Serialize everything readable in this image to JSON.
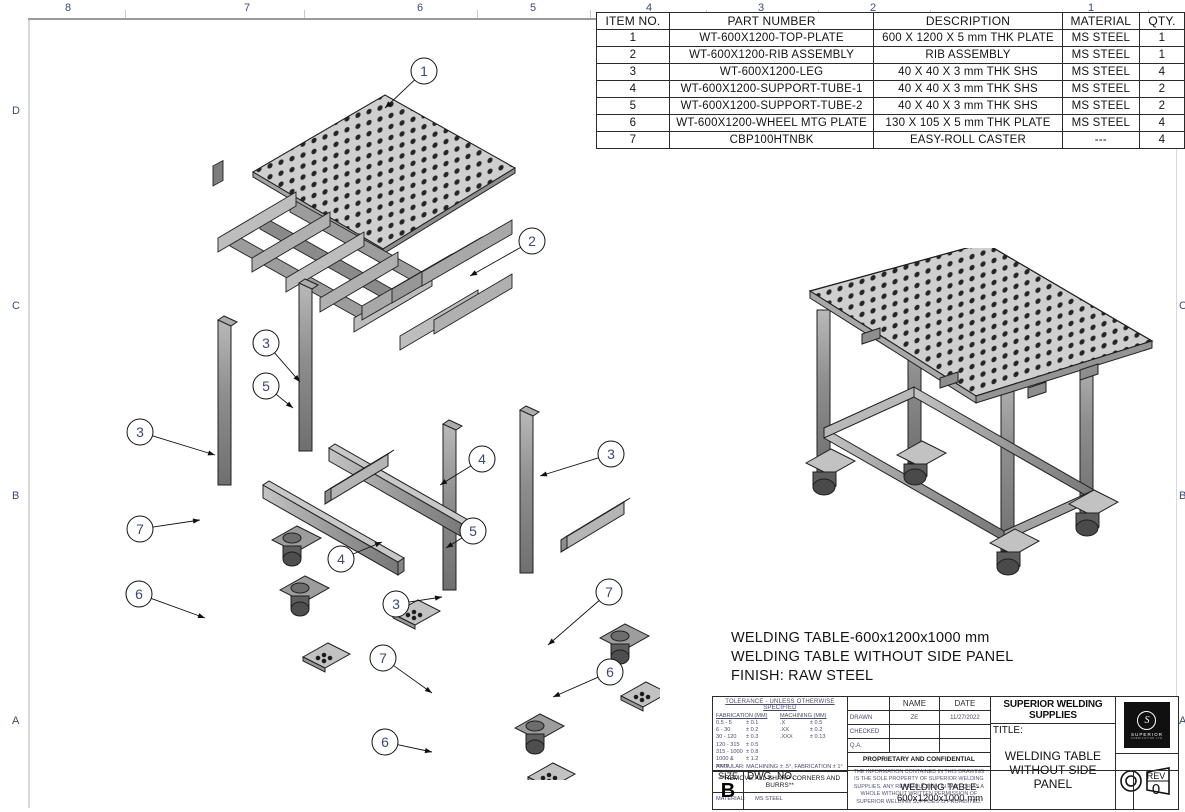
{
  "sheet": {
    "zones_top": [
      "8",
      "7",
      "6",
      "5",
      "4",
      "3",
      "2",
      "1"
    ],
    "zones_side": [
      "D",
      "C",
      "B",
      "A"
    ]
  },
  "bom": {
    "headers": [
      "ITEM NO.",
      "PART NUMBER",
      "DESCRIPTION",
      "MATERIAL",
      "QTY."
    ],
    "rows": [
      [
        "1",
        "WT-600X1200-TOP-PLATE",
        "600 X 1200 X 5 mm THK PLATE",
        "MS STEEL",
        "1"
      ],
      [
        "2",
        "WT-600X1200-RIB ASSEMBLY",
        "RIB ASSEMBLY",
        "MS STEEL",
        "1"
      ],
      [
        "3",
        "WT-600X1200-LEG",
        "40 X 40 X 3 mm THK SHS",
        "MS STEEL",
        "4"
      ],
      [
        "4",
        "WT-600X1200-SUPPORT-TUBE-1",
        "40 X 40 X 3 mm THK SHS",
        "MS STEEL",
        "2"
      ],
      [
        "5",
        "WT-600X1200-SUPPORT-TUBE-2",
        "40 X 40 X 3 mm THK SHS",
        "MS STEEL",
        "2"
      ],
      [
        "6",
        "WT-600X1200-WHEEL MTG PLATE",
        "130 X 105 X 5 mm THK PLATE",
        "MS STEEL",
        "4"
      ],
      [
        "7",
        "CBP100HTNBK",
        "EASY-ROLL CASTER",
        "---",
        "4"
      ]
    ]
  },
  "notes": {
    "line1": "WELDING TABLE-600x1200x1000 mm",
    "line2": "WELDING TABLE WITHOUT SIDE PANEL",
    "line3": "FINISH: RAW STEEL"
  },
  "title_block": {
    "tolerance": {
      "heading": "TOLERANCE - UNLESS OTHERWISE SPECIFIED",
      "col1_head": "FABRICATION (MM)",
      "col2_head": "MACHINING (MM)",
      "fabrication": [
        {
          "range": "0.5 - 5",
          "tol": "± 0.1"
        },
        {
          "range": "6 - 30",
          "tol": "± 0.2"
        },
        {
          "range": "30 - 120",
          "tol": "± 0.3"
        },
        {
          "range": "120 - 315",
          "tol": "± 0.5"
        },
        {
          "range": "315 - 1000",
          "tol": "± 0.8"
        },
        {
          "range": "1000  & more",
          "tol": "± 1.2"
        }
      ],
      "machining": [
        {
          "range": ".X",
          "tol": "± 0.5"
        },
        {
          "range": ".XX",
          "tol": "± 0.2"
        },
        {
          "range": ".XXX",
          "tol": "± 0.13"
        }
      ],
      "angular": "ANGULAR: MACHINING ± .5°, FABRICATION ± 1°",
      "burrs": "**REMOVE ALL SHARP CORNERS AND BURRS**",
      "material_label": "MATERIAL:",
      "material_value": "MS STEEL"
    },
    "approval": {
      "head_name": "NAME",
      "head_date": "DATE",
      "rows": [
        {
          "label": "DRAWN",
          "name": "ZE",
          "date": "11/27/2022"
        },
        {
          "label": "CHECKED",
          "name": "",
          "date": ""
        },
        {
          "label": "Q.A.",
          "name": "",
          "date": ""
        }
      ],
      "proprietary_heading": "PROPRIETARY AND CONFIDENTIAL",
      "proprietary_body": "THE INFORMATION CONTAINED IN THIS DRAWING IS THE SOLE PROPERTY OF SUPERIOR WELDING SUPPLIES.  ANY REPRODUCTION IN PART OR AS A WHOLE WITHOUT WRITTEN PERMISSION OF SUPERIOR WELDING SUPPLIES IS PROHIBITED."
    },
    "company": "SUPERIOR WELDING SUPPLIES",
    "title_label": "TITLE:",
    "title_line1": "WELDING TABLE",
    "title_line2": "WITHOUT SIDE PANEL",
    "size_label": "SIZE",
    "size_value": "B",
    "dwg_label": "DWG.  NO.",
    "dwg_line1": "WELDING TABLE-",
    "dwg_line2": "600x1200x1000 mm",
    "rev_label": "REV",
    "rev_value": "0",
    "logo_mark": "S",
    "logo_text1": "SUPERIOR",
    "logo_text2": "FABRICATION LTD"
  },
  "balloons": {
    "exploded": [
      "1",
      "2",
      "3",
      "5",
      "3",
      "4",
      "5",
      "3",
      "7",
      "4",
      "3",
      "6",
      "7",
      "7",
      "6",
      "6"
    ],
    "accent": "#3b4a7a"
  }
}
